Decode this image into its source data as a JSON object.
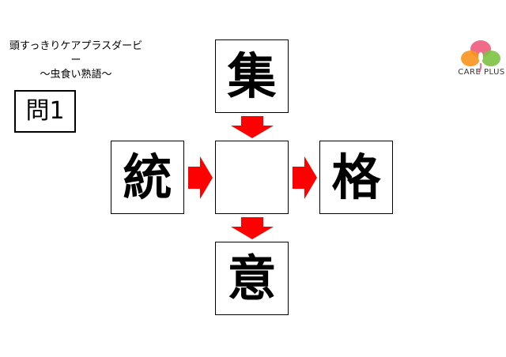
{
  "header": {
    "title_line1": "頭すっきりケアプラスダービー",
    "title_line2": "～虫食い熟語～"
  },
  "question_label": "問1",
  "puzzle": {
    "top": "集",
    "left": "統",
    "center": "",
    "right": "格",
    "bottom": "意"
  },
  "logo": {
    "text": "CARE PLUS"
  },
  "colors": {
    "arrow": "#ff0000"
  }
}
